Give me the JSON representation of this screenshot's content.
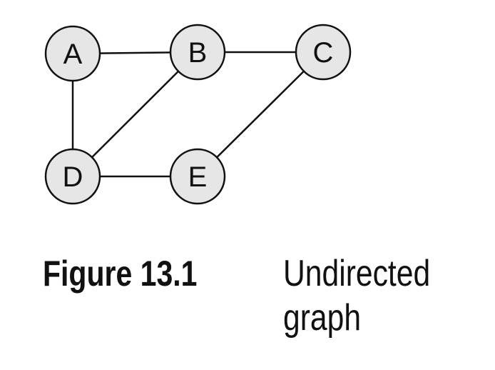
{
  "graph": {
    "nodes": [
      {
        "id": "A",
        "label": "A"
      },
      {
        "id": "B",
        "label": "B"
      },
      {
        "id": "C",
        "label": "C"
      },
      {
        "id": "D",
        "label": "D"
      },
      {
        "id": "E",
        "label": "E"
      }
    ],
    "edges": [
      [
        "A",
        "B"
      ],
      [
        "B",
        "C"
      ],
      [
        "A",
        "D"
      ],
      [
        "B",
        "D"
      ],
      [
        "D",
        "E"
      ],
      [
        "C",
        "E"
      ]
    ],
    "node_fill": "#e6e6e6",
    "node_stroke": "#111111",
    "edge_color": "#111111"
  },
  "caption": {
    "label": "Figure 13.1",
    "title_line1": "Undirected",
    "title_line2": "graph"
  }
}
